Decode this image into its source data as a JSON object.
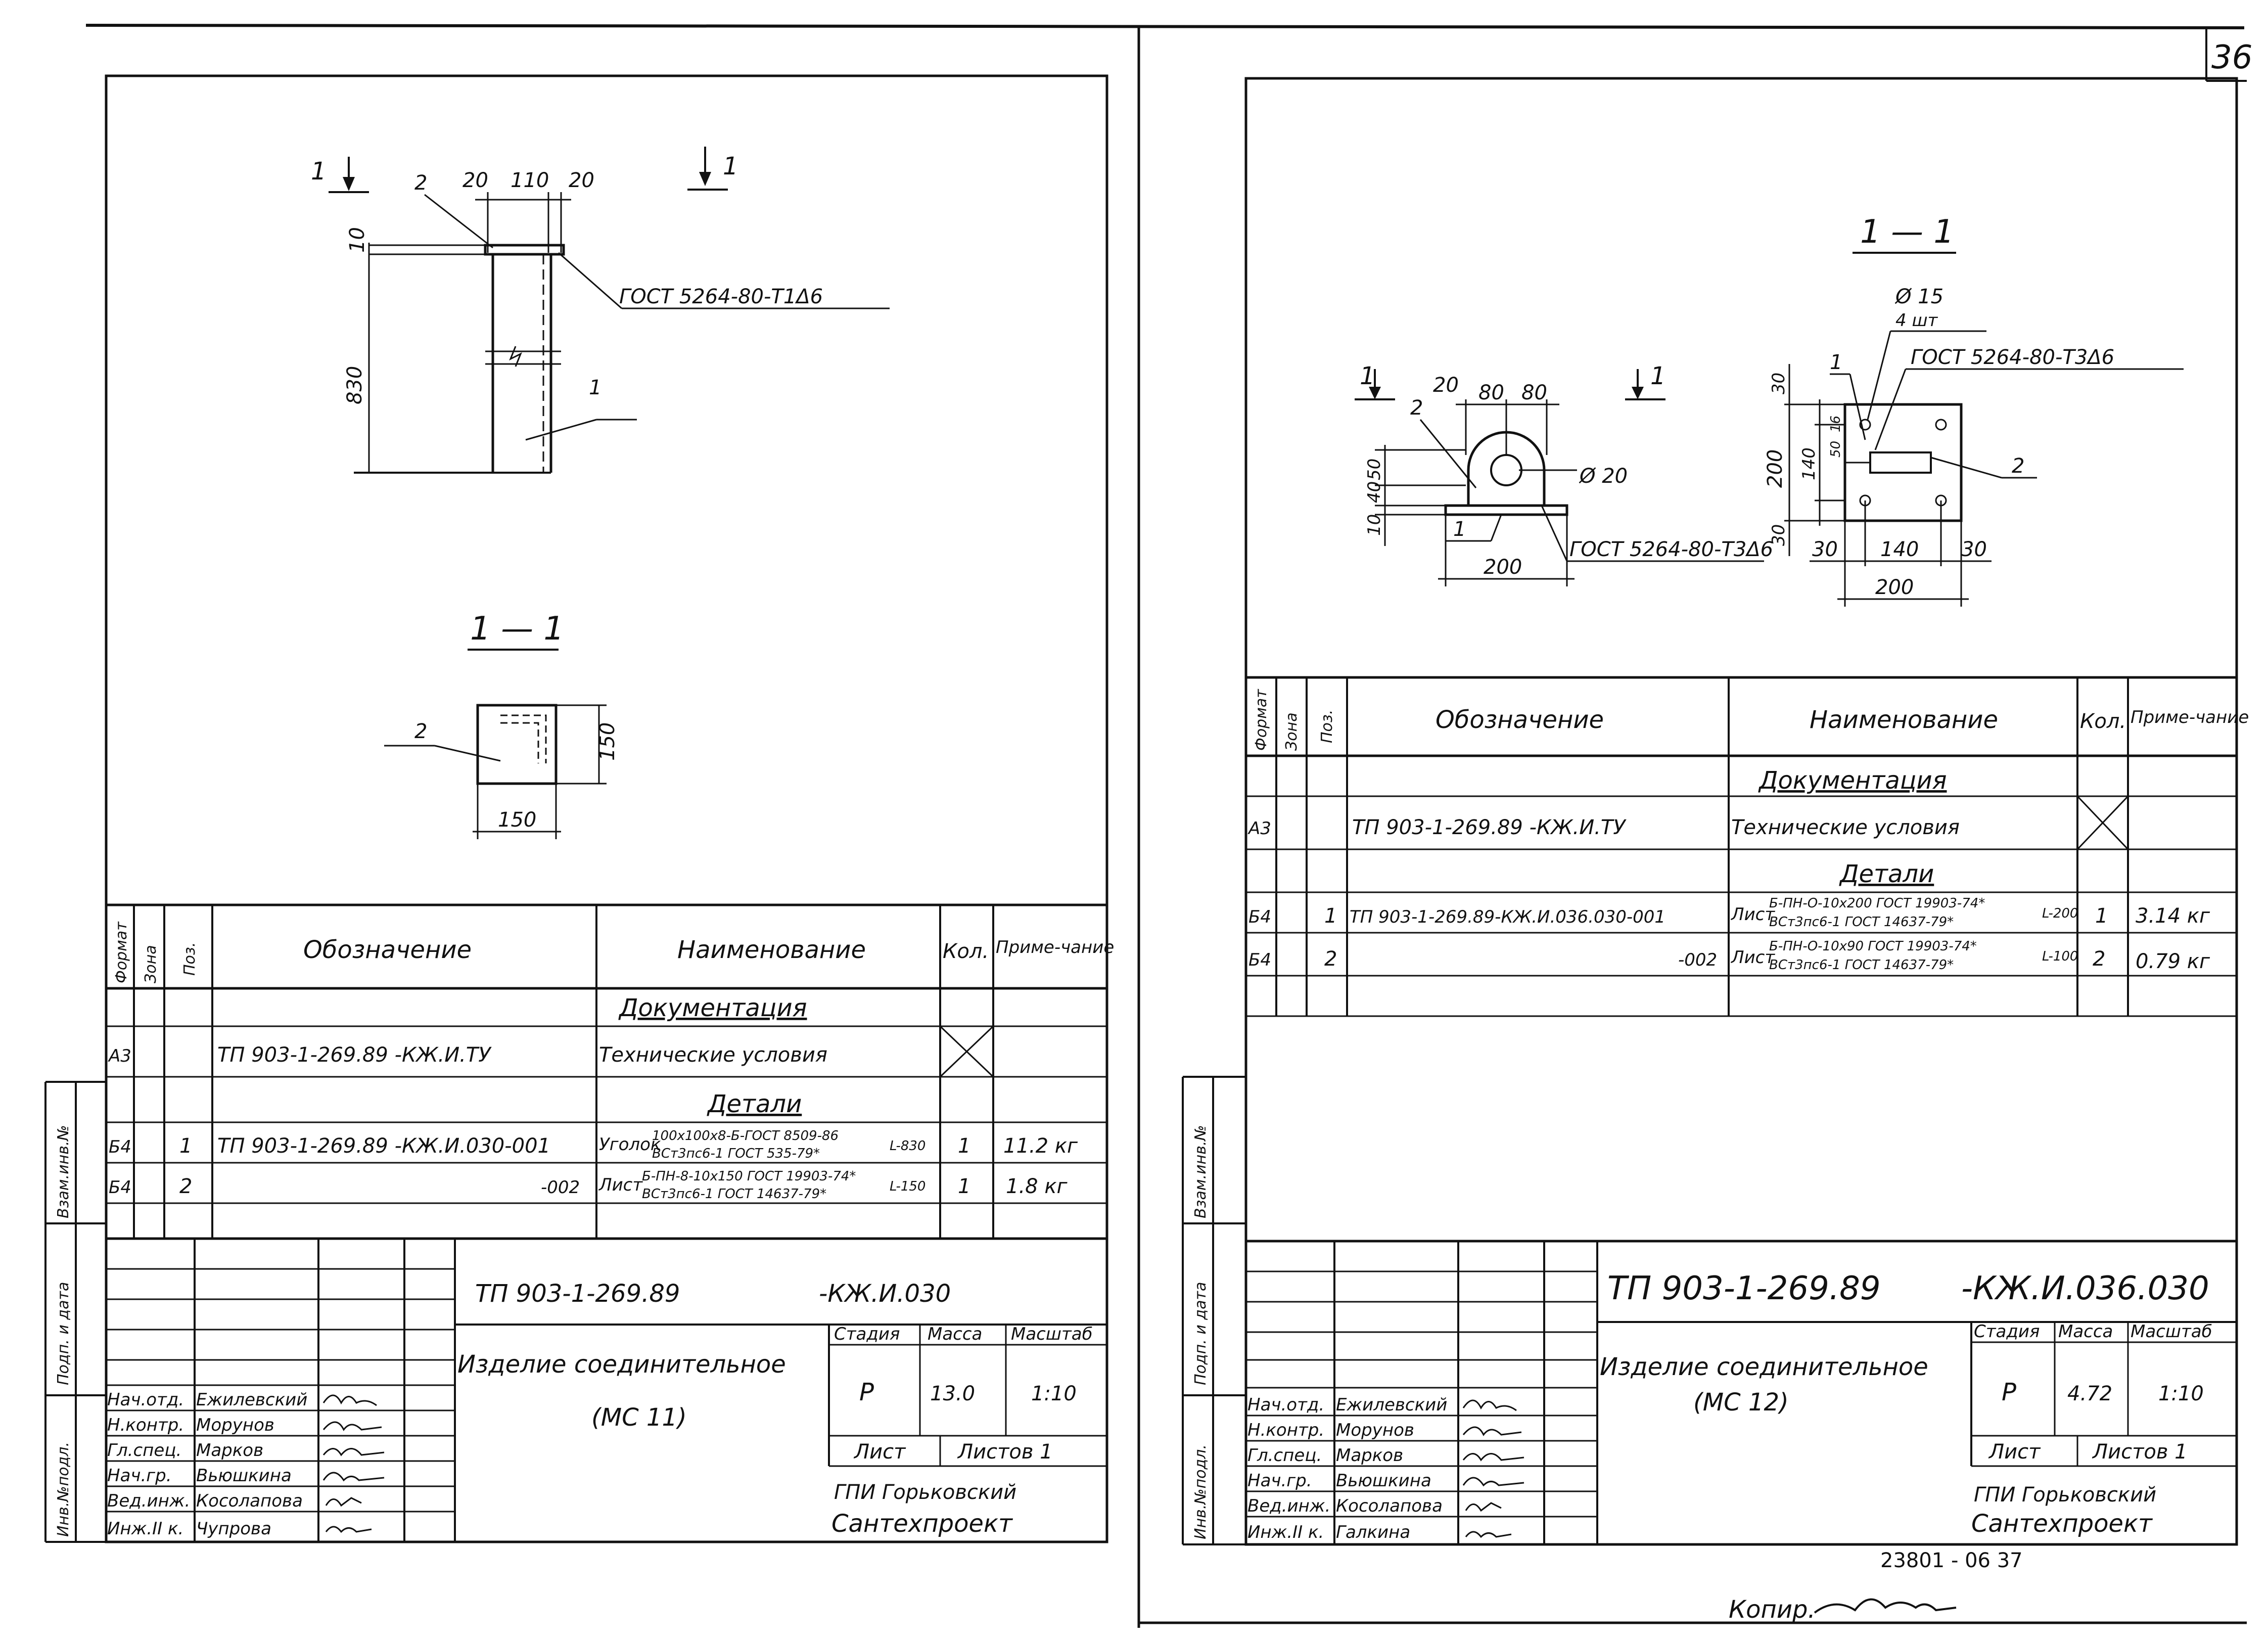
{
  "page_number": "36",
  "bottom": {
    "archive_code": "23801 - 06   37",
    "copied": "Копир."
  },
  "side_stamp": {
    "inv": "Инв.№подл.",
    "sign_date": "Подп. и дата",
    "replace": "Взам.инв.№"
  },
  "left": {
    "plan": {
      "section_mark": "1",
      "pos2": "2",
      "pos1": "1",
      "dim_20a": "20",
      "dim_110": "110",
      "dim_20b": "20",
      "dim_10": "10",
      "dim_830": "830",
      "weld": "ГОСТ 5264-80-Т1Δ6"
    },
    "section": {
      "title": "1 — 1",
      "pos2": "2",
      "dim_w": "150",
      "dim_h": "150"
    },
    "spec": {
      "headers": {
        "format": "Формат",
        "zone": "Зона",
        "pos": "Поз.",
        "designation": "Обозначение",
        "name": "Наименование",
        "qty": "Кол.",
        "note": "Приме-чание"
      },
      "section_doc": "Документация",
      "doc_row": {
        "format": "А3",
        "designation": "ТП 903-1-269.89  -КЖ.И.ТУ",
        "name": "Технические условия"
      },
      "section_parts": "Детали",
      "rows": [
        {
          "format": "Б4",
          "pos": "1",
          "designation": "ТП 903-1-269.89  -КЖ.И.030-001",
          "name_a": "Уголок",
          "name_top": "100х100х8-Б-ГОСТ 8509-86",
          "name_bot": "ВСт3пс6-1 ГОСТ 535-79*",
          "name_len": "L-830",
          "qty": "1",
          "note": "11.2 кг"
        },
        {
          "format": "Б4",
          "pos": "2",
          "designation": "-002",
          "name_a": "Лист",
          "name_top": "Б-ПН-8-10х150 ГОСТ 19903-74*",
          "name_bot": "ВСт3пс6-1 ГОСТ 14637-79*",
          "name_len": "L-150",
          "qty": "1",
          "note": "1.8 кг"
        }
      ]
    },
    "title_block": {
      "code": "ТП 903-1-269.89",
      "code_suffix": "-КЖ.И.030",
      "title_1": "Изделие соединительное",
      "title_2": "(МС 11)",
      "stage_label": "Стадия",
      "mass_label": "Масса",
      "scale_label": "Масштаб",
      "stage": "Р",
      "mass": "13.0",
      "scale": "1:10",
      "sheet_label": "Лист",
      "sheets_label": "Листов 1",
      "org_1": "ГПИ Горьковский",
      "org_2": "Сантехпроект",
      "staff": [
        {
          "role": "Нач.отд.",
          "name": "Ежилевский"
        },
        {
          "role": "Н.контр.",
          "name": "Морунов"
        },
        {
          "role": "Гл.спец.",
          "name": "Марков"
        },
        {
          "role": "Нач.гр.",
          "name": "Вьюшкина"
        },
        {
          "role": "Вед.инж.",
          "name": "Косолапова"
        },
        {
          "role": "Инж.II к.",
          "name": "Чупрова"
        }
      ]
    }
  },
  "right": {
    "section_title": "1 — 1",
    "front": {
      "pos2": "2",
      "pos1": "1",
      "sec": "1",
      "dim_20": "20",
      "dim_80a": "80",
      "dim_80b": "80",
      "dim_10": "10",
      "dim_40": "40",
      "dim_50": "50",
      "hole": "Ø 20",
      "dim_200": "200",
      "weld": "ГОСТ 5264-80-Т3Δ6"
    },
    "plan": {
      "holes": "Ø 15",
      "holes_n": "4 шт",
      "weld": "ГОСТ 5264-80-Т3Δ6",
      "pos1": "1",
      "pos2": "2",
      "dim_30a": "30",
      "dim_200v": "200",
      "dim_140v": "140",
      "dim_30b": "30",
      "dim_30c": "30",
      "dim_140": "140",
      "dim_30d": "30",
      "dim_200": "200",
      "dim_50": "50",
      "dim_16": "16"
    },
    "spec": {
      "headers": {
        "format": "Формат",
        "zone": "Зона",
        "pos": "Поз.",
        "designation": "Обозначение",
        "name": "Наименование",
        "qty": "Кол.",
        "note": "Приме-чание"
      },
      "section_doc": "Документация",
      "doc_row": {
        "format": "А3",
        "designation": "ТП 903-1-269.89  -КЖ.И.ТУ",
        "name": "Технические условия"
      },
      "section_parts": "Детали",
      "rows": [
        {
          "format": "Б4",
          "pos": "1",
          "designation": "ТП 903-1-269.89-КЖ.И.036.030-001",
          "name_a": "Лист",
          "name_top": "Б-ПН-О-10х200 ГОСТ 19903-74*",
          "name_bot": "ВСт3пс6-1 ГОСТ 14637-79*",
          "name_len": "L-200",
          "qty": "1",
          "note": "3.14 кг"
        },
        {
          "format": "Б4",
          "pos": "2",
          "designation": "-002",
          "name_a": "Лист",
          "name_top": "Б-ПН-О-10х90 ГОСТ 19903-74*",
          "name_bot": "ВСт3пс6-1 ГОСТ 14637-79*",
          "name_len": "L-100",
          "qty": "2",
          "note": "0.79 кг"
        }
      ]
    },
    "title_block": {
      "code": "ТП 903-1-269.89",
      "code_suffix": "-КЖ.И.036.030",
      "title_1": "Изделие соединительное",
      "title_2": "(МС 12)",
      "stage_label": "Стадия",
      "mass_label": "Масса",
      "scale_label": "Масштаб",
      "stage": "Р",
      "mass": "4.72",
      "scale": "1:10",
      "sheet_label": "Лист",
      "sheets_label": "Листов 1",
      "org_1": "ГПИ Горьковский",
      "org_2": "Сантехпроект",
      "staff": [
        {
          "role": "Нач.отд.",
          "name": "Ежилевский"
        },
        {
          "role": "Н.контр.",
          "name": "Морунов"
        },
        {
          "role": "Гл.спец.",
          "name": "Марков"
        },
        {
          "role": "Нач.гр.",
          "name": "Вьюшкина"
        },
        {
          "role": "Вед.инж.",
          "name": "Косолапова"
        },
        {
          "role": "Инж.II к.",
          "name": "Галкина"
        }
      ]
    }
  }
}
